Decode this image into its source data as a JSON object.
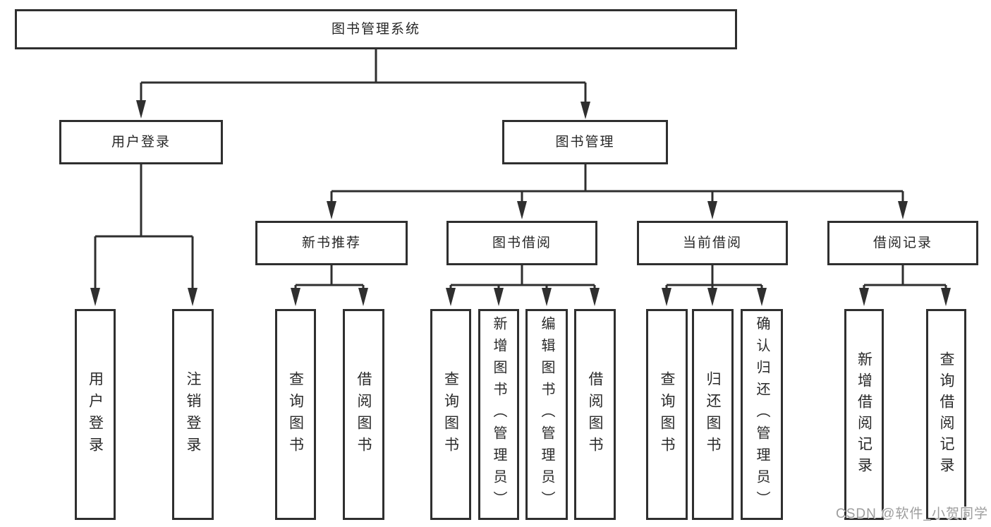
{
  "watermark": "CSDN @软件_小贺同学",
  "diagram": {
    "root": {
      "label": "图书管理系统"
    },
    "branches": {
      "user_login": {
        "label": "用户登录",
        "children": {
          "login": {
            "label": "用户登录"
          },
          "logout": {
            "label": "注销登录"
          }
        }
      },
      "book_management": {
        "label": "图书管理",
        "children": {
          "new_book_recommend": {
            "label": "新书推荐",
            "children": {
              "query_book": {
                "label": "查询图书"
              },
              "borrow_book": {
                "label": "借阅图书"
              }
            }
          },
          "book_borrow": {
            "label": "图书借阅",
            "children": {
              "query_book": {
                "label": "查询图书"
              },
              "add_book": {
                "label": "新增图书（管理员）"
              },
              "edit_book": {
                "label": "编辑图书（管理员）"
              },
              "borrow_book": {
                "label": "借阅图书"
              }
            }
          },
          "current_borrow": {
            "label": "当前借阅",
            "children": {
              "query_book": {
                "label": "查询图书"
              },
              "return_book": {
                "label": "归还图书"
              },
              "confirm_return": {
                "label": "确认归还（管理员）"
              }
            }
          },
          "borrow_records": {
            "label": "借阅记录",
            "children": {
              "add_record": {
                "label": "新增借阅记录"
              },
              "query_record": {
                "label": "查询借阅记录"
              }
            }
          }
        }
      }
    }
  },
  "colors": {
    "line": "#2f2f2f",
    "text": "#262626",
    "watermark": "#9d9d9d",
    "background": "#ffffff"
  }
}
